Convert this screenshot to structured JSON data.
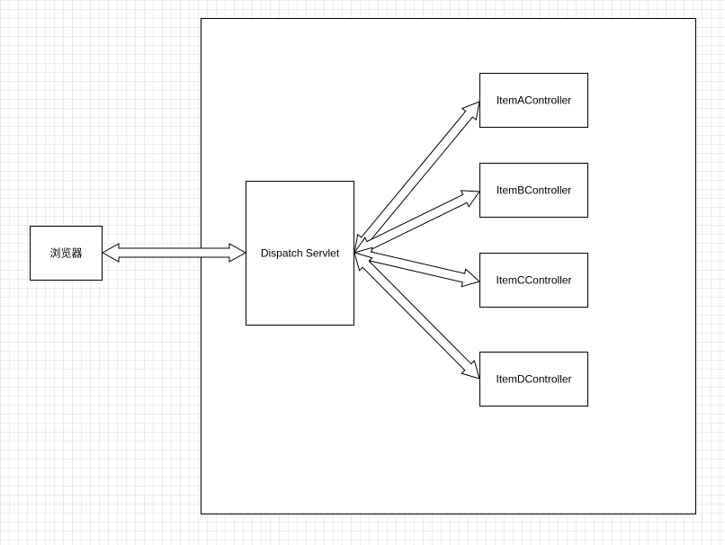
{
  "diagram": {
    "nodes": {
      "browser": {
        "label": "浏览器"
      },
      "dispatch": {
        "label": "Dispatch Servlet"
      },
      "controller_a": {
        "label": "ItemAController"
      },
      "controller_b": {
        "label": "ItemBController"
      },
      "controller_c": {
        "label": "ItemCController"
      },
      "controller_d": {
        "label": "ItemDController"
      }
    },
    "edges": [
      {
        "from": "browser",
        "to": "dispatch",
        "type": "bidirectional"
      },
      {
        "from": "dispatch",
        "to": "controller_a",
        "type": "bidirectional"
      },
      {
        "from": "dispatch",
        "to": "controller_b",
        "type": "bidirectional"
      },
      {
        "from": "dispatch",
        "to": "controller_c",
        "type": "bidirectional"
      },
      {
        "from": "dispatch",
        "to": "controller_d",
        "type": "bidirectional"
      }
    ],
    "colors": {
      "stroke": "#000000",
      "fill": "#ffffff",
      "grid": "#ececec"
    }
  }
}
